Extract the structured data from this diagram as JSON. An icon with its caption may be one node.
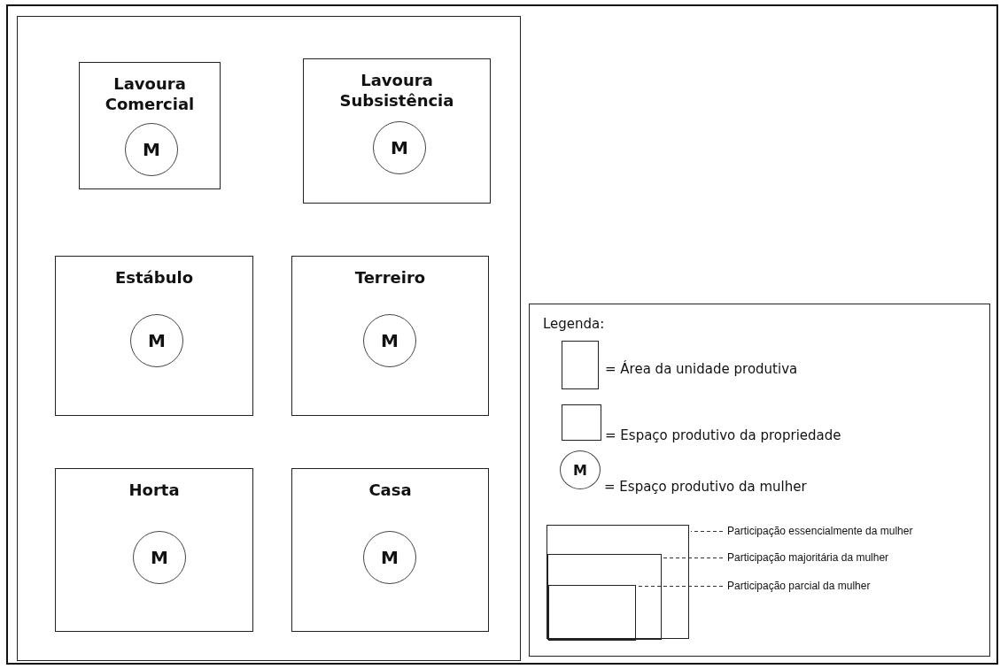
{
  "diagram": {
    "nodes": [
      {
        "text": [],
        "shape": "box"
      },
      {
        "text": [
          "Lavoura Comercial"
        ],
        "in": 0
      },
      {
        "text": [
          "M"
        ],
        "in": 1
      },
      {
        "text": [
          "Lavoura Subsistência"
        ],
        "in": 0
      },
      {
        "text": [
          "M"
        ],
        "in": 3
      },
      {
        "text": [
          "Estábulo"
        ],
        "in": 0
      },
      {
        "text": [
          "M"
        ],
        "in": 5
      },
      {
        "text": [
          "Terreiro"
        ],
        "in": 0
      },
      {
        "text": [
          "M"
        ],
        "in": 7
      },
      {
        "text": [
          "Horta"
        ],
        "in": 0
      },
      {
        "text": [
          "M"
        ],
        "in": 9
      },
      {
        "text": [
          "Casa"
        ],
        "in": 0
      },
      {
        "text": [
          "M"
        ],
        "in": 11
      },
      {
        "text": [],
        "shape": "box"
      },
      {
        "text": [],
        "shape": "box",
        "in": 13
      },
      {
        "text": [],
        "shape": "box",
        "in": 14
      },
      {
        "text": [
          "Participação essencialmente da mulher"
        ]
      },
      {
        "text": [
          "Participação majoritária da mulher"
        ]
      },
      {
        "text": [
          "Participação parcial da mulher"
        ]
      }
    ],
    "edges": [
      {
        "from": 16,
        "to": 13,
        "arrow": "none",
        "style": "dashed"
      },
      {
        "from": 17,
        "to": 14,
        "arrow": "none",
        "style": "dashed"
      },
      {
        "from": 18,
        "to": 15,
        "arrow": "none",
        "style": "dashed"
      }
    ],
    "labels": [
      "Legenda:",
      "M"
    ],
    "legend": [
      {
        "text": "= Área da unidade produtiva"
      },
      {
        "text": "= Espaço produtivo da propriedade"
      },
      {
        "text": "= Espaço produtivo da mulher"
      }
    ]
  }
}
